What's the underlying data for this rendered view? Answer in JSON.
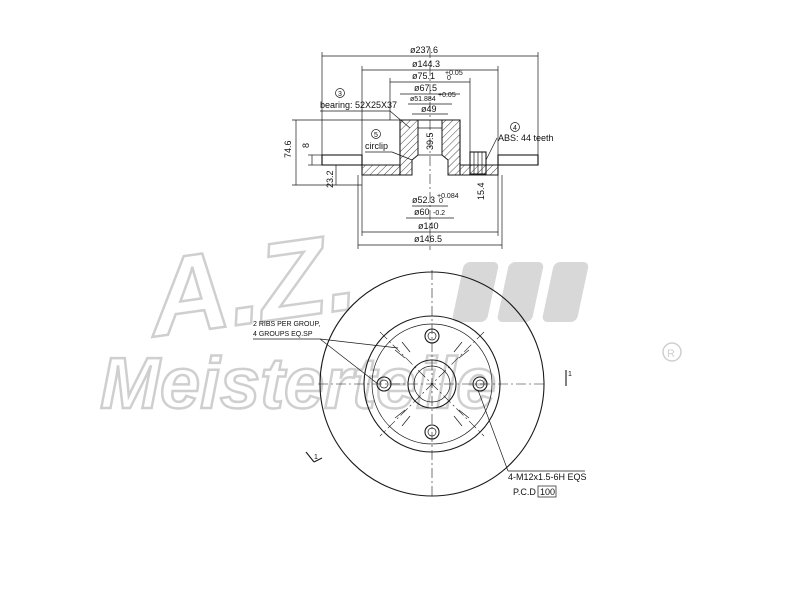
{
  "watermark": {
    "logo_text": "A.Z.",
    "brand_text": "Meisterteile",
    "registered_mark": "R"
  },
  "section_view": {
    "dim_outer_diameter": "ø237.6",
    "dim_hat_diameter": "ø144.3",
    "dim_bore_diameter": "ø75.1",
    "dim_bore_tol_upper": "+0.05",
    "dim_bore_tol_lower": "0",
    "dim_d67": "ø67.5",
    "dim_d51": "ø51.884",
    "dim_d51_tol": "+0.05",
    "dim_d49": "ø49",
    "dim_d52": "ø52.3",
    "dim_d52_tol_upper": "+0.084",
    "dim_d52_tol_lower": "0",
    "dim_d60": "ø60",
    "dim_d60_tol": "-0.2",
    "dim_d140": "ø140",
    "dim_d146": "ø146.5",
    "dim_height_total": "74.6",
    "dim_thickness": "8",
    "dim_offset": "23.2",
    "dim_hub_height": "39.5",
    "dim_abs_height": "15.4",
    "callout_bearing_number": "3",
    "callout_bearing": "bearing: 52X25X37",
    "callout_circlip_number": "5",
    "callout_circlip": "circlip",
    "callout_abs_number": "4",
    "callout_abs": "ABS: 44 teeth"
  },
  "front_view": {
    "ribs_line1": "2 RIBS PER GROUP,",
    "ribs_line2": "4 GROUPS EQ.SP",
    "thread_note": "4-M12x1.5-6H EQS",
    "pcd_label": "P.C.D",
    "pcd_value": "100",
    "section_mark_1": "1",
    "section_mark_2": "1"
  }
}
